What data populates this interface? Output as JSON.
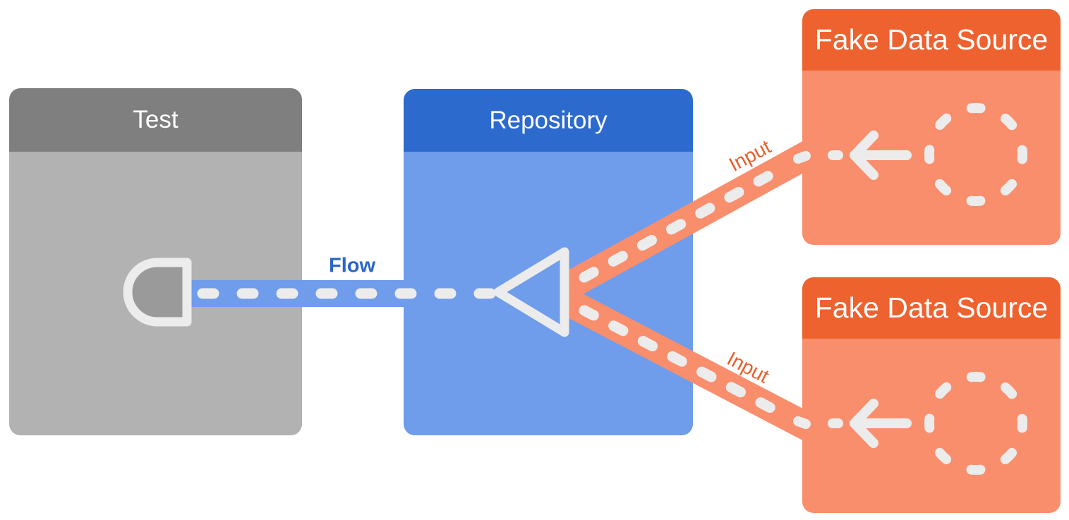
{
  "diagram": {
    "nodes": {
      "test": {
        "label": "Test",
        "header_color": "#7f7f7f",
        "body_color": "#b2b2b2",
        "icon": "socket-icon"
      },
      "repository": {
        "label": "Repository",
        "header_color": "#2c6ace",
        "body_color": "#6f9ceb",
        "icon": "triangle-marker-icon"
      },
      "fake_source_top": {
        "label": "Fake Data Source",
        "header_color": "#ee6230",
        "body_color": "#f98e6d",
        "icon": "dashed-circle-icon"
      },
      "fake_source_bottom": {
        "label": "Fake Data Source",
        "header_color": "#ee6230",
        "body_color": "#f98e6d",
        "icon": "dashed-circle-icon"
      }
    },
    "edges": {
      "flow": {
        "label": "Flow",
        "band_color": "#6f9ceb",
        "label_color": "#2b66c9",
        "from": "repository",
        "to": "test",
        "style": "dashed-band"
      },
      "input_top": {
        "label": "Input",
        "band_color": "#f98e6d",
        "label_color": "#e75f2b",
        "from": "fake_source_top",
        "to": "repository",
        "style": "dashed-band"
      },
      "input_bottom": {
        "label": "Input",
        "band_color": "#f98e6d",
        "label_color": "#e75f2b",
        "from": "fake_source_bottom",
        "to": "repository",
        "style": "dashed-band"
      }
    },
    "dash_color": "#ececec"
  }
}
